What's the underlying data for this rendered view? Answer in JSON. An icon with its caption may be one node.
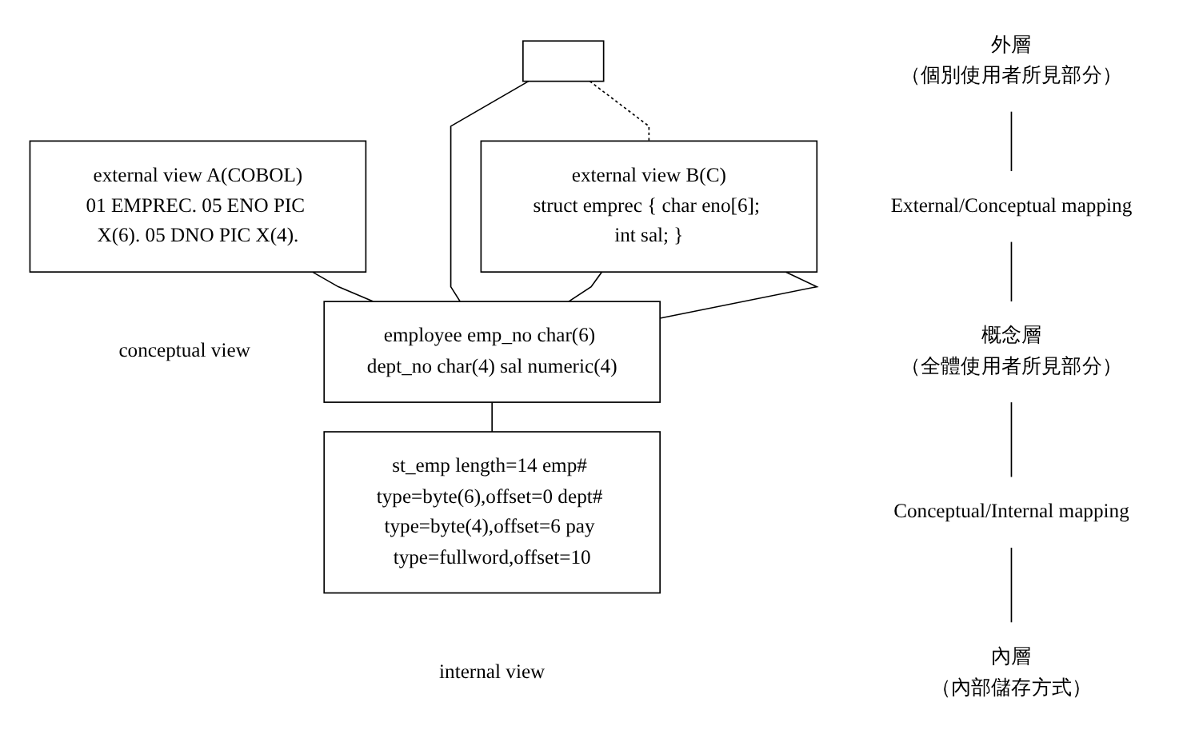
{
  "diagram": {
    "nodes": [
      {
        "text": [
          "external view A(COBOL)",
          "01 EMPREC. 05 ENO PIC X(6). 05 DNO PIC X(4)."
        ]
      },
      {
        "text": [],
        "shape": "box"
      },
      {
        "text": [
          "external view B(C)",
          "struct emprec { char eno[6]; int sal; }"
        ]
      },
      {
        "text": [
          "employee emp_no char(6) dept_no char(4) sal numeric(4)"
        ],
        "beside": [
          "conceptual view"
        ]
      },
      {
        "text": [
          "st_emp length=14 emp# type=byte(6),offset=0 dept# type=byte(4),offset=6 pay type=fullword,offset=10"
        ],
        "beside": [
          "internal view"
        ]
      },
      {
        "text": [
          "外層",
          "（個別使用者所見部分）"
        ]
      },
      {
        "text": [
          "External/Conceptual mapping"
        ]
      },
      {
        "text": [
          "概念層",
          "（全體使用者所見部分）"
        ]
      },
      {
        "text": [
          "Conceptual/Internal mapping"
        ]
      },
      {
        "text": [
          "內層",
          "（內部儲存方式）"
        ]
      }
    ],
    "edges": [
      {
        "from": 0,
        "to": 3,
        "arrow": "none"
      },
      {
        "from": 1,
        "to": 3,
        "arrow": "none"
      },
      {
        "from": 1,
        "to": 2,
        "arrow": "none",
        "style": "dashed"
      },
      {
        "from": 2,
        "to": 3,
        "arrow": "none"
      },
      {
        "from": 2,
        "to": 3,
        "arrow": "none"
      },
      {
        "from": 3,
        "to": 4,
        "arrow": "none"
      },
      {
        "from": 5,
        "to": 6,
        "arrow": "none"
      },
      {
        "from": 6,
        "to": 7,
        "arrow": "none"
      },
      {
        "from": 7,
        "to": 8,
        "arrow": "none"
      },
      {
        "from": 8,
        "to": 9,
        "arrow": "none"
      }
    ]
  }
}
